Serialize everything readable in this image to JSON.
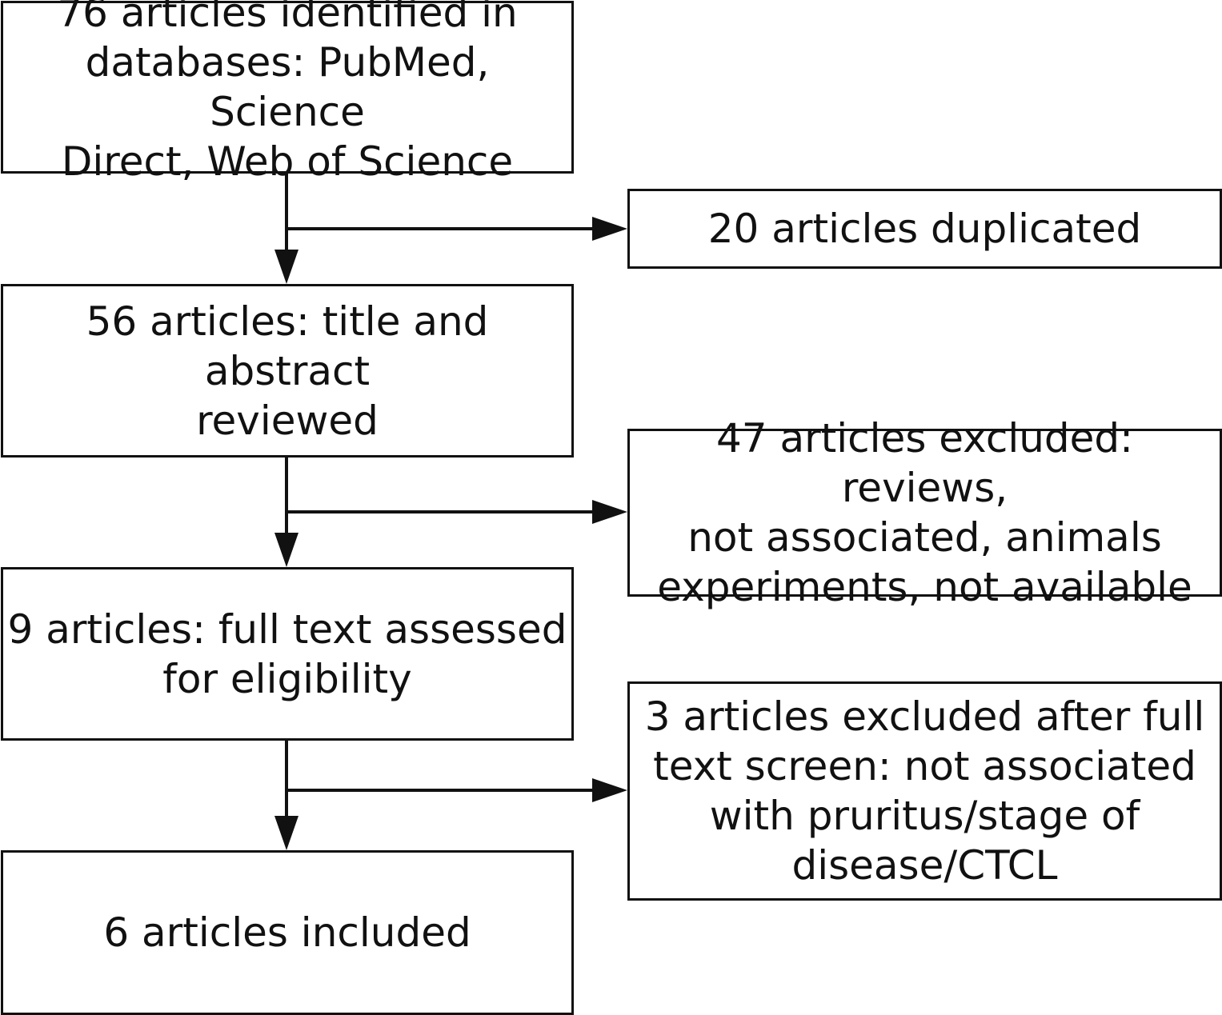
{
  "flow": {
    "identified": "76 articles identified in\ndatabases: PubMed, Science\nDirect, Web of Science",
    "screened": "56 articles: title and abstract\nreviewed",
    "full_text": "9 articles: full text assessed\nfor eligibility",
    "included": "6 articles included"
  },
  "exclusions": {
    "duplicated": "20 articles duplicated",
    "excluded_title_abstract": "47 articles excluded: reviews,\nnot associated, animals\nexperiments, not available",
    "excluded_full_text": "3 articles excluded after full\ntext screen: not associated\nwith pruritus/stage of\ndisease/CTCL"
  },
  "colors": {
    "line": "#111111",
    "background": "#ffffff"
  }
}
